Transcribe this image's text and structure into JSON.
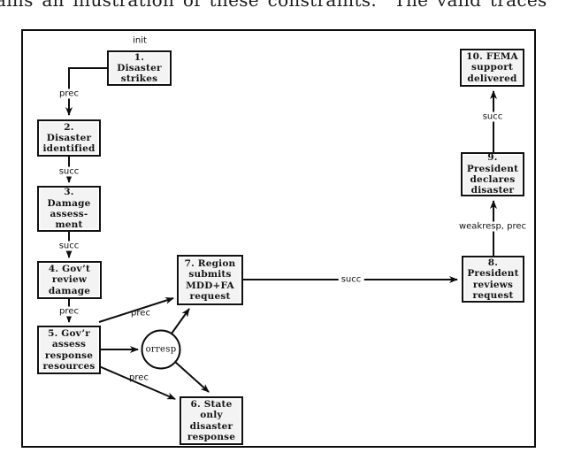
{
  "page_context": {
    "cropped_line": "ains an illustration of these constraints.  The valid traces"
  },
  "colors": {
    "box_fill": "#f3f3f3",
    "box_border": "#111111",
    "line": "#0d0d0d"
  },
  "diagram": {
    "init_label": "init",
    "nodes": [
      {
        "id": "1",
        "label": "1.\nDisaster\nstrikes"
      },
      {
        "id": "2",
        "label": "2.\nDisaster\nidentified"
      },
      {
        "id": "3",
        "label": "3.\nDamage\nassess-\nment"
      },
      {
        "id": "4",
        "label": "4. Gov’t\nreview\ndamage"
      },
      {
        "id": "5",
        "label": "5. Gov’r\nassess\nresponse\nresources"
      },
      {
        "id": "6",
        "label": "6. State\nonly\ndisaster\nresponse"
      },
      {
        "id": "7",
        "label": "7. Region\nsubmits\nMDD+FA\nrequest"
      },
      {
        "id": "8",
        "label": "8.\nPresident\nreviews\nrequest"
      },
      {
        "id": "9",
        "label": "9.\nPresident\ndeclares\ndisaster"
      },
      {
        "id": "10",
        "label": "10. FEMA\nsupport\ndelivered"
      }
    ],
    "gateway": {
      "label": "orresp"
    },
    "edges": [
      {
        "from": "1",
        "to": "2",
        "label": "prec"
      },
      {
        "from": "2",
        "to": "3",
        "label": "succ"
      },
      {
        "from": "3",
        "to": "4",
        "label": "succ"
      },
      {
        "from": "4",
        "to": "5",
        "label": "prec"
      },
      {
        "from": "5",
        "to": "7",
        "label": "prec"
      },
      {
        "from": "5",
        "to": "orresp",
        "label": ""
      },
      {
        "from": "orresp",
        "to": "7",
        "label": ""
      },
      {
        "from": "5",
        "to": "6",
        "label": "prec"
      },
      {
        "from": "orresp",
        "to": "6",
        "label": ""
      },
      {
        "from": "7",
        "to": "8",
        "label": "succ"
      },
      {
        "from": "8",
        "to": "9",
        "label": "weakresp, prec"
      },
      {
        "from": "9",
        "to": "10",
        "label": "succ"
      }
    ]
  }
}
